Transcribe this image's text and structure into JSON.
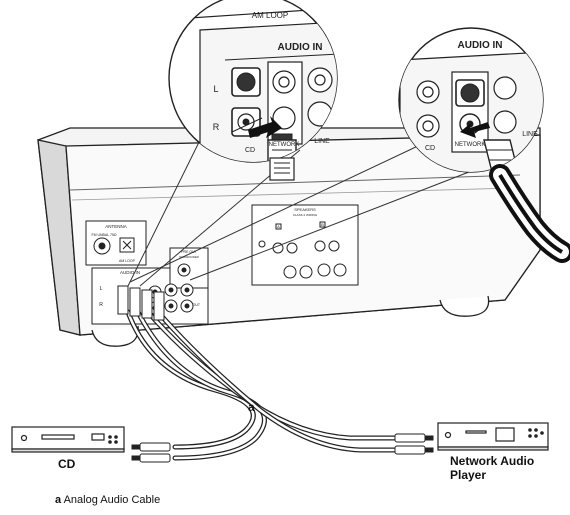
{
  "zoom_left": {
    "audio_in": "AUDIO IN",
    "am_loop": "AM LOOP",
    "ch_l": "L",
    "ch_r": "R",
    "cd": "CD",
    "network": "NETWORK",
    "line": "LINE"
  },
  "zoom_right": {
    "audio_in": "AUDIO IN",
    "cd": "CD",
    "network": "NETWORK",
    "line": "LINE"
  },
  "receiver_panel": {
    "antenna": "ANTENNA",
    "fm_unbal": "FM UNBAL 75Ω",
    "am_loop": "AM LOOP",
    "audio_in": "AUDIO IN",
    "pre_out": "PRE OUT",
    "subwoofer": "SUBWOOFER",
    "line_out": "LINE OUT",
    "speakers": "SPEAKERS",
    "speakers_sub": "CLASS 2 WIRING",
    "sp_a": "A",
    "sp_b": "B",
    "ch_l": "L",
    "ch_r": "R"
  },
  "cable_marker": "a",
  "cd_label": "CD",
  "player_label_line1": "Network Audio",
  "player_label_line2": "Player",
  "legend": {
    "key": "a",
    "text": "Analog Audio Cable"
  }
}
